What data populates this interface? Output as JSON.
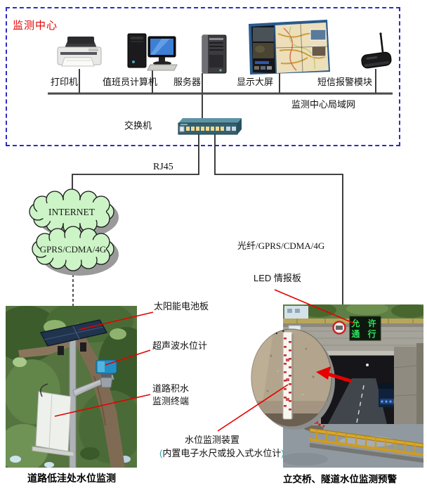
{
  "colors": {
    "accent_red": "#e60000",
    "box_border_blue": "#2c2cc4",
    "cloud_green": "#ccf4c6",
    "led_text_green": "#2ee05e"
  },
  "monitoring_center": {
    "title": "监测中心",
    "lan_label": "监测中心局域网",
    "switch_label": "交换机",
    "devices": [
      {
        "label": "打印机"
      },
      {
        "label": "值班员计算机"
      },
      {
        "label": "服务器"
      },
      {
        "label": "显示大屏"
      },
      {
        "label": "短信报警模块"
      }
    ]
  },
  "links": {
    "rj45": "RJ45",
    "fiber": "光纤/GPRS/CDMA/4G"
  },
  "clouds": {
    "internet": "INTERNET",
    "gprs": "GPRS/CDMA/4G"
  },
  "road_site": {
    "solar_label": "太阳能电池板",
    "ultrasonic_label": "超声波水位计",
    "terminal_label_line1": "道路积水",
    "terminal_label_line2": "监测终端",
    "caption": "道路低洼处水位监测"
  },
  "tunnel_site": {
    "led_board_label": "LED 情报板",
    "led_sign_line1": "允 许",
    "led_sign_line2": "通 行",
    "gauge_label": "水位监测装置",
    "gauge_sublabel_open": "(",
    "gauge_sublabel": "内置电子水尺或投入式水位计",
    "gauge_sublabel_close": ")",
    "caption": "立交桥、隧道水位监测预警"
  }
}
